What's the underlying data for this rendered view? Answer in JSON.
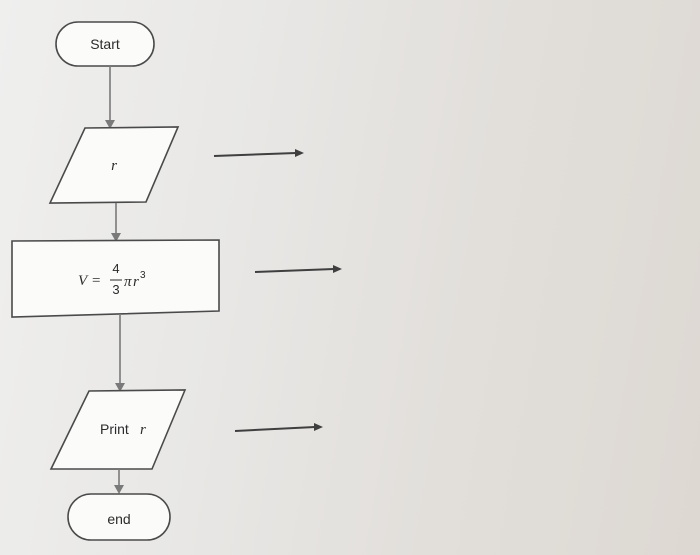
{
  "flowchart": {
    "start": {
      "label": "Start"
    },
    "input": {
      "variable": "r"
    },
    "process": {
      "lhs": "V",
      "equals": "=",
      "numerator": "4",
      "denominator": "3",
      "pi": "π",
      "var": "r",
      "exponent": "3"
    },
    "output": {
      "prefix": "Print",
      "variable": "r"
    },
    "end": {
      "label": "end"
    }
  }
}
